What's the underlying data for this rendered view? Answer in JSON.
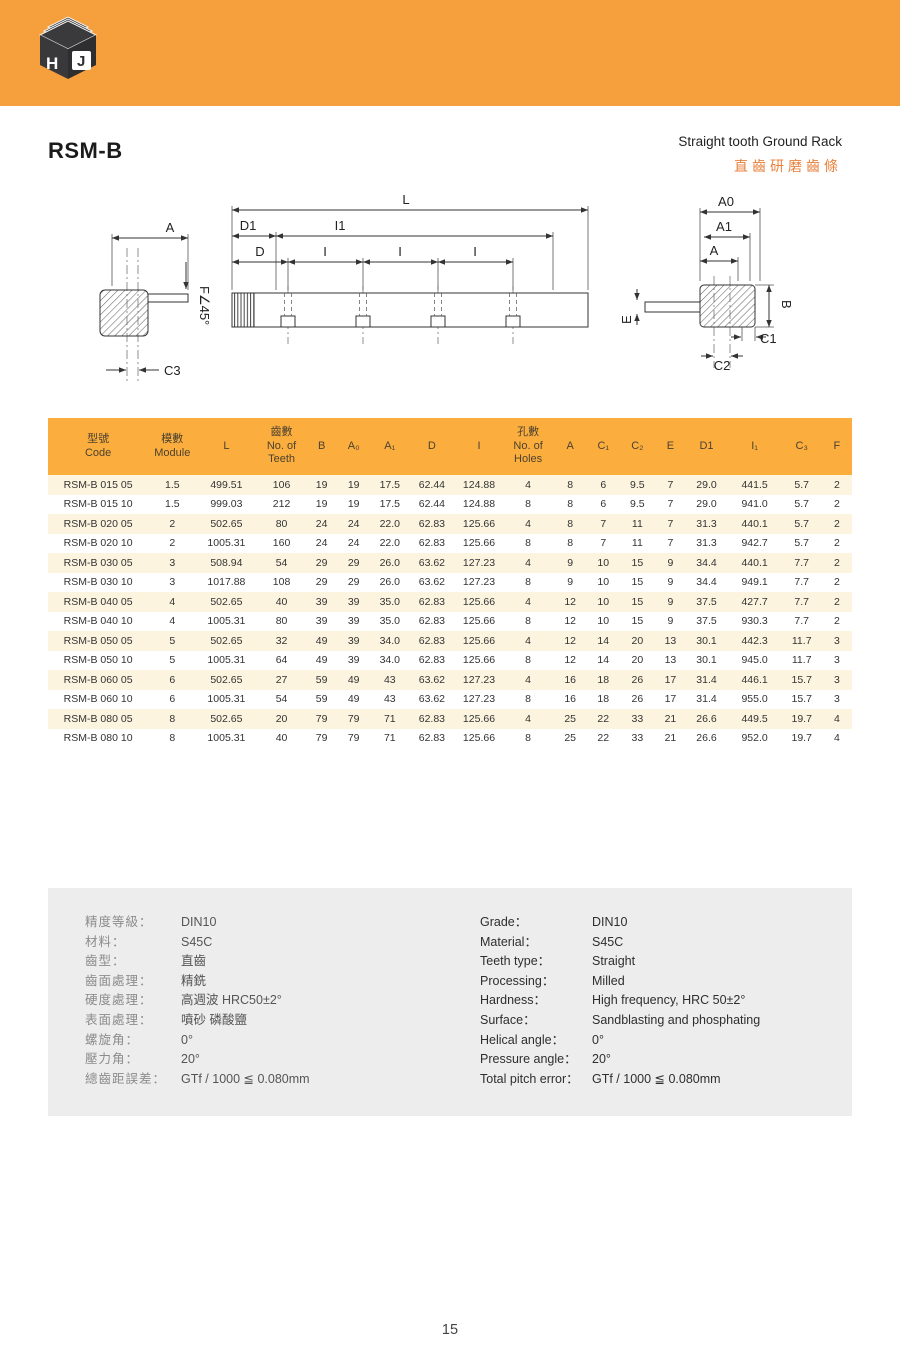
{
  "colors": {
    "brand_orange": "#F5A03C",
    "table_header_bg": "#FBAE3E",
    "table_header_text": "#4C4130",
    "row_stripe": "#FCF4DF",
    "subtitle_zh": "#E8813C",
    "specs_bg": "#EDEDED"
  },
  "header": {
    "logo_letters": {
      "left": "H",
      "right": "J"
    }
  },
  "page": {
    "title": "RSM-B",
    "subtitle_en": "Straight tooth Ground Rack",
    "subtitle_zh": "直齒研磨齒條",
    "page_number": "15"
  },
  "diagram": {
    "L": "L",
    "A_left": "A",
    "D1": "D1",
    "I1": "I1",
    "D": "D",
    "I": "I",
    "F45": "F∠45°",
    "C3": "C3",
    "A0": "A0",
    "A1": "A1",
    "A_right": "A",
    "B": "B",
    "E": "E",
    "C1": "C1",
    "C2": "C2"
  },
  "table": {
    "columns": [
      {
        "key": "code",
        "width": 100,
        "lines": [
          "型號",
          "Code"
        ]
      },
      {
        "key": "module",
        "width": 48,
        "lines": [
          "模數",
          "Module"
        ]
      },
      {
        "key": "l",
        "width": 60,
        "lines": [
          "L"
        ]
      },
      {
        "key": "teeth",
        "width": 50,
        "lines": [
          "齒數",
          "No. of",
          "Teeth"
        ]
      },
      {
        "key": "b",
        "width": 30,
        "lines": [
          "B"
        ]
      },
      {
        "key": "a0",
        "width": 34,
        "lines": [
          "A₀"
        ]
      },
      {
        "key": "a1",
        "width": 38,
        "lines": [
          "A₁"
        ]
      },
      {
        "key": "d",
        "width": 46,
        "lines": [
          "D"
        ]
      },
      {
        "key": "i",
        "width": 48,
        "lines": [
          "I"
        ]
      },
      {
        "key": "holes",
        "width": 50,
        "lines": [
          "孔數",
          "No. of",
          "Holes"
        ]
      },
      {
        "key": "a",
        "width": 34,
        "lines": [
          "A"
        ]
      },
      {
        "key": "c1",
        "width": 32,
        "lines": [
          "C₁"
        ]
      },
      {
        "key": "c2",
        "width": 36,
        "lines": [
          "C₂"
        ]
      },
      {
        "key": "e",
        "width": 30,
        "lines": [
          "E"
        ]
      },
      {
        "key": "d1",
        "width": 42,
        "lines": [
          "D1"
        ]
      },
      {
        "key": "i1",
        "width": 54,
        "lines": [
          "I₁"
        ]
      },
      {
        "key": "c3",
        "width": 40,
        "lines": [
          "C₃"
        ]
      },
      {
        "key": "f",
        "width": 30,
        "lines": [
          "F"
        ]
      }
    ],
    "rows": [
      [
        "RSM-B 015 05",
        "1.5",
        "499.51",
        "106",
        "19",
        "19",
        "17.5",
        "62.44",
        "124.88",
        "4",
        "8",
        "6",
        "9.5",
        "7",
        "29.0",
        "441.5",
        "5.7",
        "2"
      ],
      [
        "RSM-B 015 10",
        "1.5",
        "999.03",
        "212",
        "19",
        "19",
        "17.5",
        "62.44",
        "124.88",
        "8",
        "8",
        "6",
        "9.5",
        "7",
        "29.0",
        "941.0",
        "5.7",
        "2"
      ],
      [
        "RSM-B 020 05",
        "2",
        "502.65",
        "80",
        "24",
        "24",
        "22.0",
        "62.83",
        "125.66",
        "4",
        "8",
        "7",
        "11",
        "7",
        "31.3",
        "440.1",
        "5.7",
        "2"
      ],
      [
        "RSM-B 020 10",
        "2",
        "1005.31",
        "160",
        "24",
        "24",
        "22.0",
        "62.83",
        "125.66",
        "8",
        "8",
        "7",
        "11",
        "7",
        "31.3",
        "942.7",
        "5.7",
        "2"
      ],
      [
        "RSM-B 030 05",
        "3",
        "508.94",
        "54",
        "29",
        "29",
        "26.0",
        "63.62",
        "127.23",
        "4",
        "9",
        "10",
        "15",
        "9",
        "34.4",
        "440.1",
        "7.7",
        "2"
      ],
      [
        "RSM-B 030 10",
        "3",
        "1017.88",
        "108",
        "29",
        "29",
        "26.0",
        "63.62",
        "127.23",
        "8",
        "9",
        "10",
        "15",
        "9",
        "34.4",
        "949.1",
        "7.7",
        "2"
      ],
      [
        "RSM-B 040 05",
        "4",
        "502.65",
        "40",
        "39",
        "39",
        "35.0",
        "62.83",
        "125.66",
        "4",
        "12",
        "10",
        "15",
        "9",
        "37.5",
        "427.7",
        "7.7",
        "2"
      ],
      [
        "RSM-B 040 10",
        "4",
        "1005.31",
        "80",
        "39",
        "39",
        "35.0",
        "62.83",
        "125.66",
        "8",
        "12",
        "10",
        "15",
        "9",
        "37.5",
        "930.3",
        "7.7",
        "2"
      ],
      [
        "RSM-B 050 05",
        "5",
        "502.65",
        "32",
        "49",
        "39",
        "34.0",
        "62.83",
        "125.66",
        "4",
        "12",
        "14",
        "20",
        "13",
        "30.1",
        "442.3",
        "11.7",
        "3"
      ],
      [
        "RSM-B 050 10",
        "5",
        "1005.31",
        "64",
        "49",
        "39",
        "34.0",
        "62.83",
        "125.66",
        "8",
        "12",
        "14",
        "20",
        "13",
        "30.1",
        "945.0",
        "11.7",
        "3"
      ],
      [
        "RSM-B 060 05",
        "6",
        "502.65",
        "27",
        "59",
        "49",
        "43",
        "63.62",
        "127.23",
        "4",
        "16",
        "18",
        "26",
        "17",
        "31.4",
        "446.1",
        "15.7",
        "3"
      ],
      [
        "RSM-B 060 10",
        "6",
        "1005.31",
        "54",
        "59",
        "49",
        "43",
        "63.62",
        "127.23",
        "8",
        "16",
        "18",
        "26",
        "17",
        "31.4",
        "955.0",
        "15.7",
        "3"
      ],
      [
        "RSM-B 080 05",
        "8",
        "502.65",
        "20",
        "79",
        "79",
        "71",
        "62.83",
        "125.66",
        "4",
        "25",
        "22",
        "33",
        "21",
        "26.6",
        "449.5",
        "19.7",
        "4"
      ],
      [
        "RSM-B 080 10",
        "8",
        "1005.31",
        "40",
        "79",
        "79",
        "71",
        "62.83",
        "125.66",
        "8",
        "25",
        "22",
        "33",
        "21",
        "26.6",
        "952.0",
        "19.7",
        "4"
      ]
    ]
  },
  "specs": {
    "zh": [
      {
        "label": "精度等級：",
        "value": "DIN10"
      },
      {
        "label": "材料：",
        "value": "S45C"
      },
      {
        "label": "齒型：",
        "value": "直齒"
      },
      {
        "label": "齒面處理：",
        "value": "精銑"
      },
      {
        "label": "硬度處理：",
        "value": "高週波  HRC50±2°"
      },
      {
        "label": "表面處理：",
        "value": "噴砂 磷酸鹽"
      },
      {
        "label": "螺旋角：",
        "value": "0°"
      },
      {
        "label": "壓力角：",
        "value": "20°"
      },
      {
        "label": "總齒距誤差：",
        "value": "GTf / 1000 ≦ 0.080mm"
      }
    ],
    "en": [
      {
        "label": "Grade：",
        "value": "DIN10"
      },
      {
        "label": "Material：",
        "value": "S45C"
      },
      {
        "label": "Teeth type：",
        "value": "Straight"
      },
      {
        "label": "Processing：",
        "value": "Milled"
      },
      {
        "label": "Hardness：",
        "value": "High frequency, HRC 50±2°"
      },
      {
        "label": "Surface：",
        "value": "Sandblasting and phosphating"
      },
      {
        "label": "Helical angle：",
        "value": "0°"
      },
      {
        "label": "Pressure angle：",
        "value": "20°"
      },
      {
        "label": "Total pitch error：",
        "value": "GTf / 1000 ≦ 0.080mm"
      }
    ]
  }
}
